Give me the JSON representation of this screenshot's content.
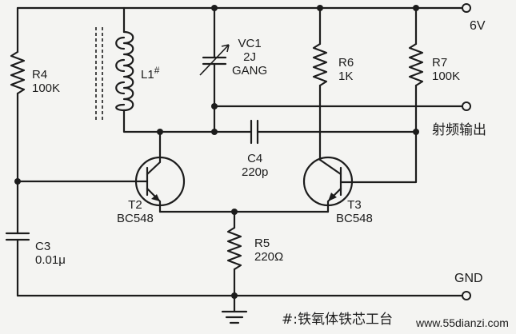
{
  "labels": {
    "supply": "6V",
    "gnd": "GND",
    "rf_out": "射频输出",
    "footnote": "#:铁氧体铁芯工台",
    "watermark": "www.55dianzi.com"
  },
  "components": {
    "r4": {
      "name": "R4",
      "value": "100K"
    },
    "l1": {
      "name": "L1",
      "mark": "#"
    },
    "vc1": {
      "name": "VC1",
      "line2": "2J",
      "line3": "GANG"
    },
    "r6": {
      "name": "R6",
      "value": "1K"
    },
    "r7": {
      "name": "R7",
      "value": "100K"
    },
    "c4": {
      "name": "C4",
      "value": "220p"
    },
    "t2": {
      "name": "T2",
      "type": "BC548"
    },
    "t3": {
      "name": "T3",
      "type": "BC548"
    },
    "c3": {
      "name": "C3",
      "value": "0.01μ"
    },
    "r5": {
      "name": "R5",
      "value": "220Ω"
    }
  }
}
